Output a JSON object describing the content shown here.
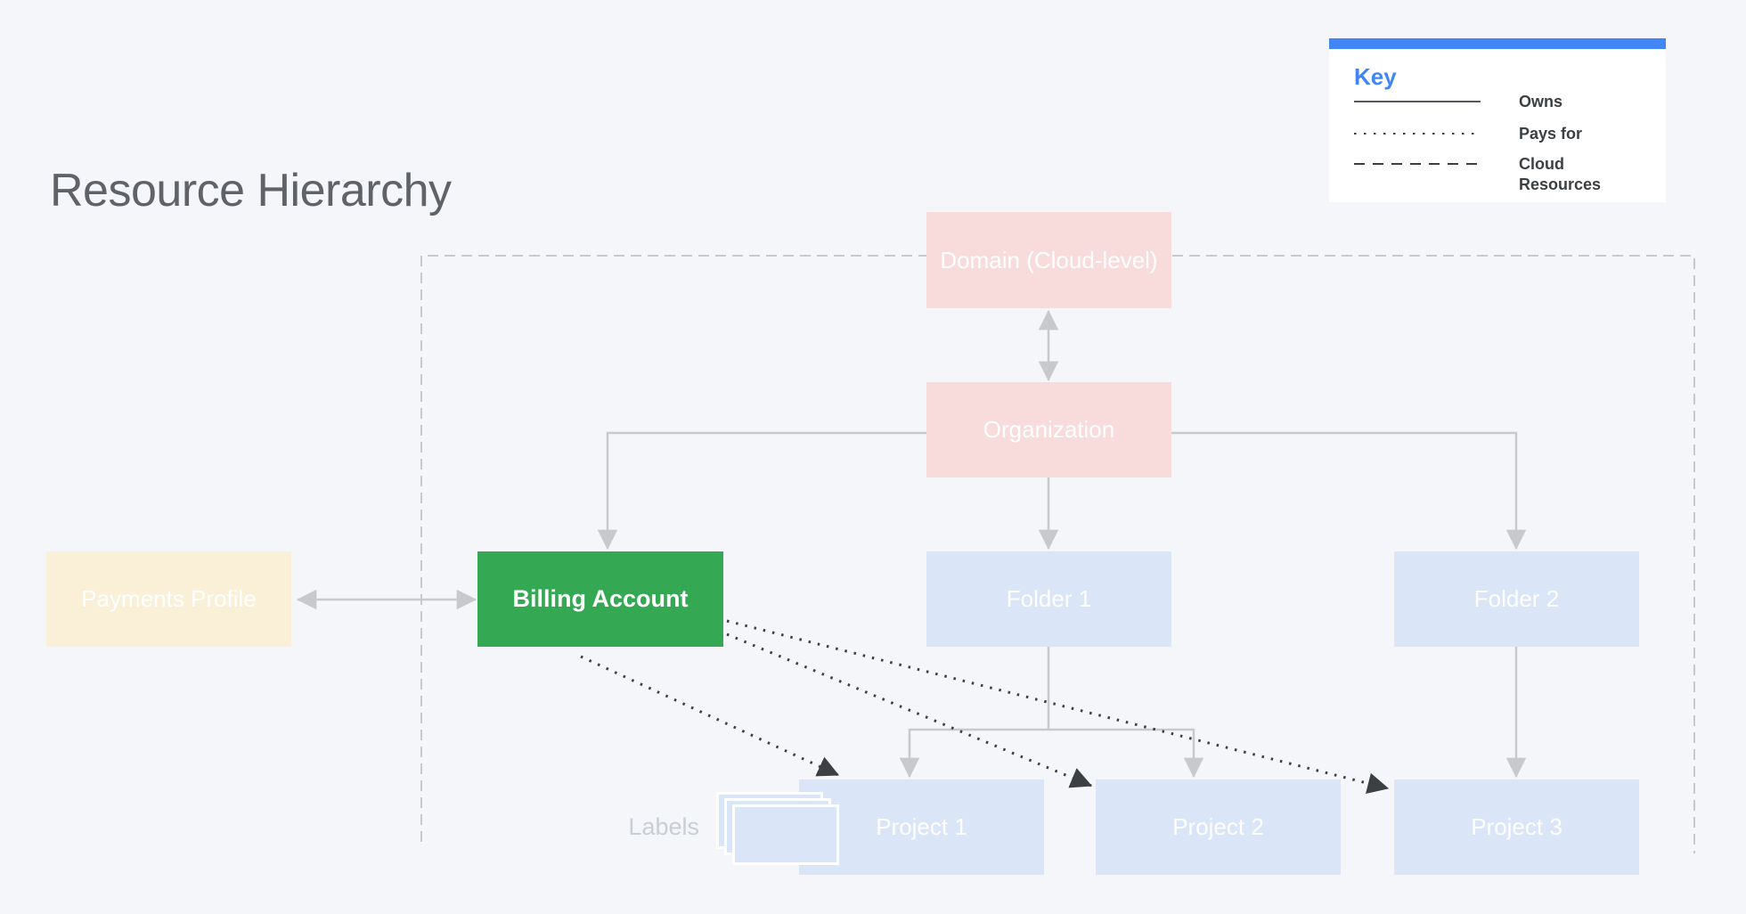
{
  "title": "Resource Hierarchy",
  "key": {
    "heading": "Key",
    "items": [
      {
        "style": "solid",
        "label": "Owns"
      },
      {
        "style": "dotted",
        "label": "Pays for"
      },
      {
        "style": "dashed",
        "label": "Cloud Resources"
      }
    ]
  },
  "nodes": {
    "domain": {
      "label": "Domain (Cloud-level)",
      "color": "#f8dcdc"
    },
    "organization": {
      "label": "Organization",
      "color": "#f8dcdc"
    },
    "payments_profile": {
      "label": "Payments Profile",
      "color": "#faf0d8"
    },
    "billing_account": {
      "label": "Billing Account",
      "color": "#34a853"
    },
    "folder1": {
      "label": "Folder 1",
      "color": "#dbe5f8"
    },
    "folder2": {
      "label": "Folder 2",
      "color": "#dbe5f8"
    },
    "project1": {
      "label": "Project 1",
      "color": "#dbe5f8"
    },
    "project2": {
      "label": "Project 2",
      "color": "#dbe5f8"
    },
    "project3": {
      "label": "Project 3",
      "color": "#dbe5f8"
    }
  },
  "caption": {
    "labels": "Labels"
  },
  "colors": {
    "background": "#f5f6f9",
    "accent_blue": "#4285f4",
    "connector_gray": "#c7c9cc",
    "dark_line": "#3c4043",
    "title_gray": "#5f6368"
  }
}
